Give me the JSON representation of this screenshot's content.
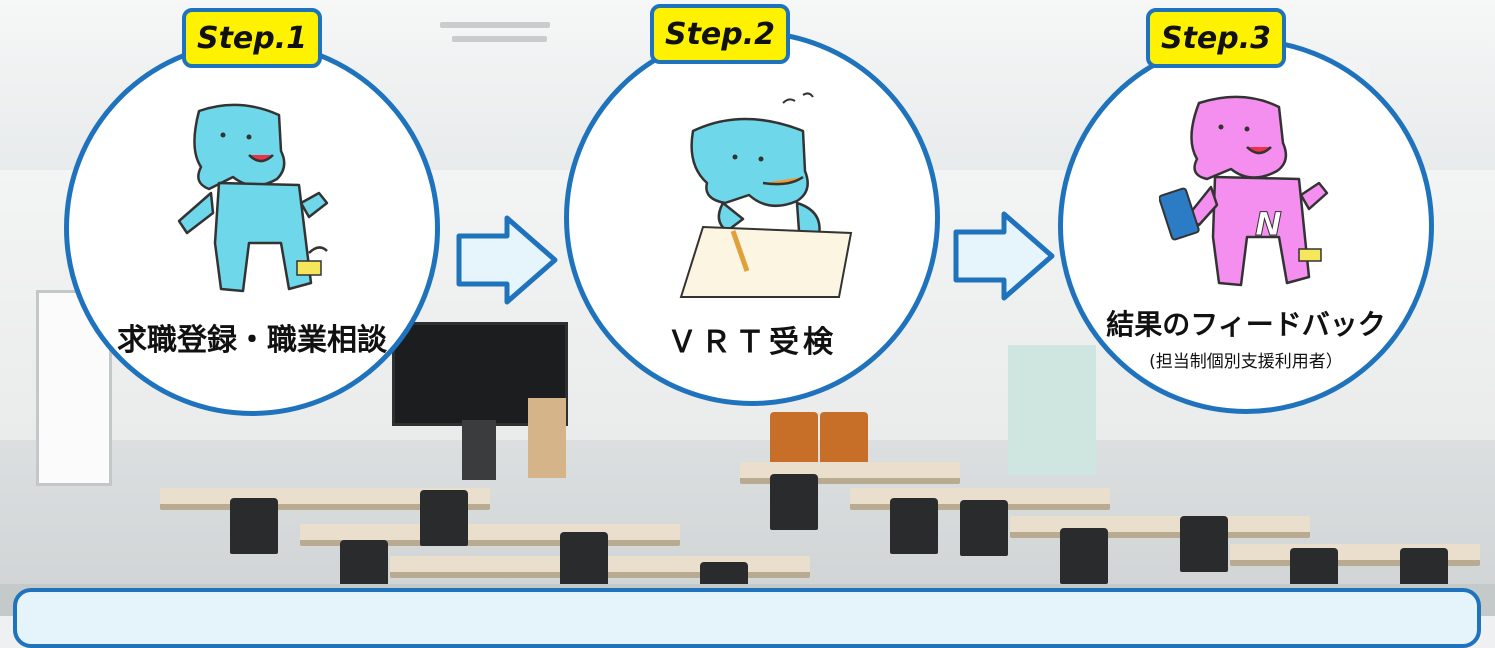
{
  "steps": [
    {
      "badge": "Step.1",
      "label": "求職登録・職業相談",
      "sub": "",
      "mascot_color": "#6fd7ea"
    },
    {
      "badge": "Step.2",
      "label": "ＶＲＴ受検",
      "sub": "",
      "mascot_color": "#6fd7ea"
    },
    {
      "badge": "Step.3",
      "label": "結果のフィードバック",
      "sub": "(担当制個別支援利用者）",
      "mascot_color": "#f48ff0"
    }
  ],
  "colors": {
    "accent": "#1f73bd",
    "badge": "#fff200",
    "bottom_panel": "#e5f3fa"
  },
  "icons": [
    "elephant-mascot-icon",
    "right-arrow-icon",
    "pencil-icon",
    "tablet-icon"
  ]
}
